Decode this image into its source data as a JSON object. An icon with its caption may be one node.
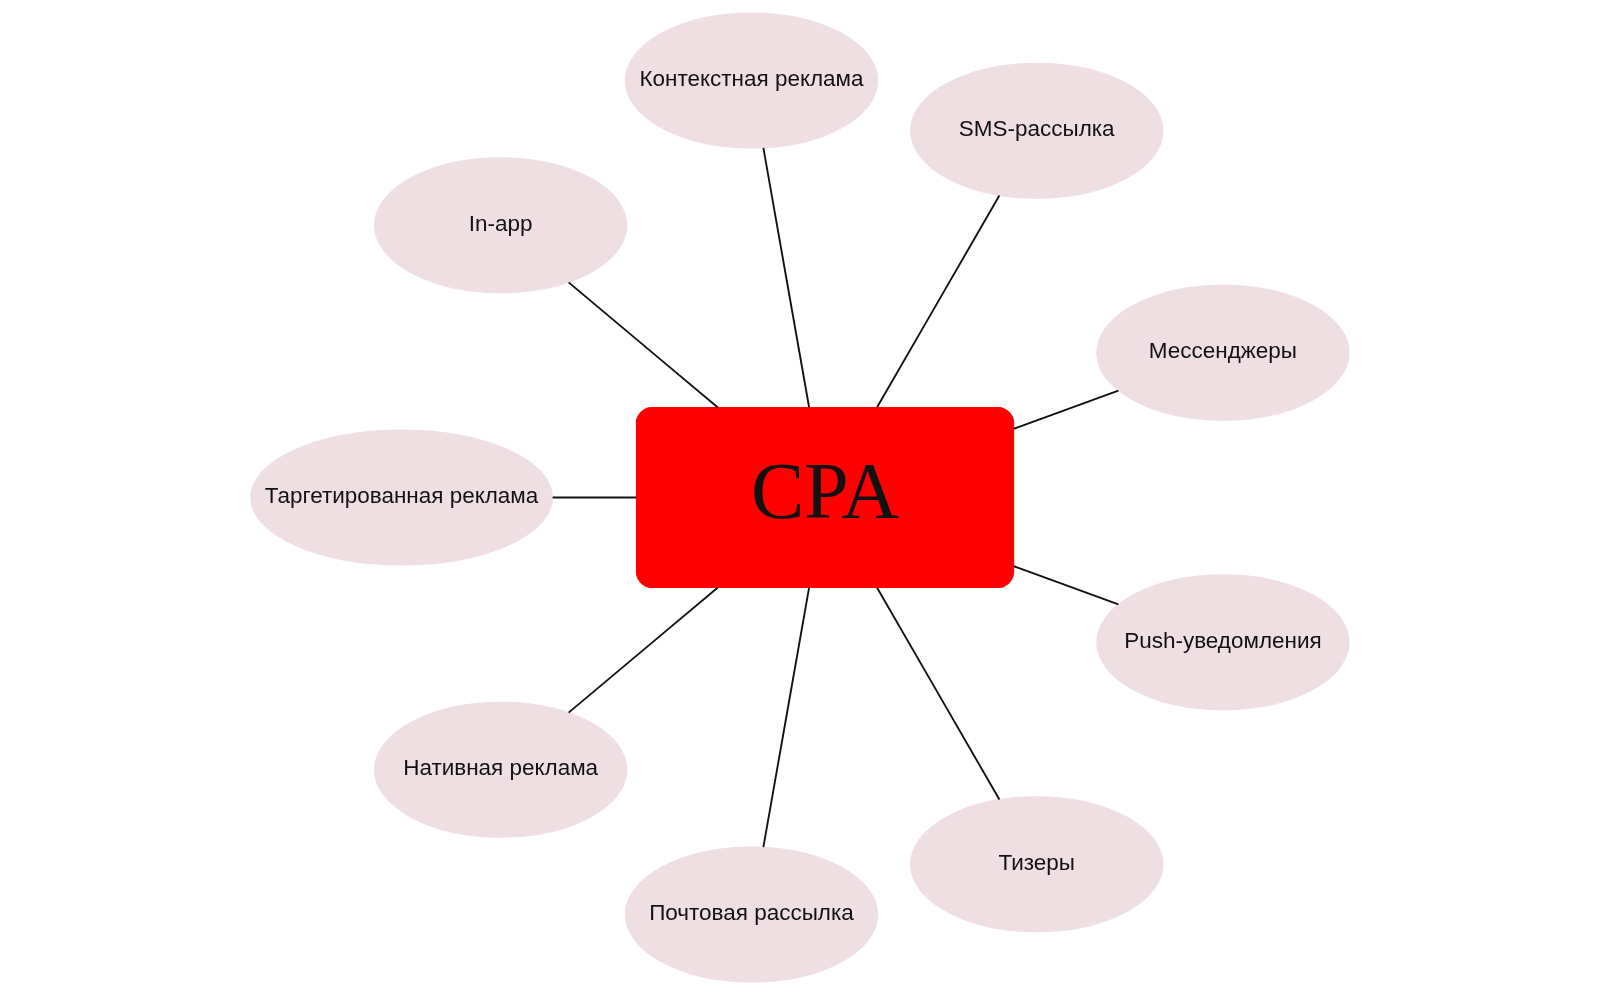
{
  "diagram": {
    "nodes": [
      {
        "text": [
          "Мессенджеры"
        ]
      },
      {
        "text": [
          "SMS-рассылка"
        ]
      },
      {
        "text": [
          "Контекстная реклама"
        ]
      },
      {
        "text": [
          "In-app"
        ]
      },
      {
        "text": [
          "CPA"
        ]
      },
      {
        "text": [
          "Таргетированная реклама"
        ]
      },
      {
        "text": [
          "Нативная реклама"
        ]
      },
      {
        "text": [
          "Почтовая рассылка"
        ]
      },
      {
        "text": [
          "Тизеры"
        ]
      },
      {
        "text": [
          "Push-уведомления"
        ]
      }
    ],
    "edges": [
      {
        "from": 0,
        "to": 4,
        "arrow": "none"
      },
      {
        "from": 1,
        "to": 4,
        "arrow": "none"
      },
      {
        "from": 2,
        "to": 4,
        "arrow": "none"
      },
      {
        "from": 3,
        "to": 4,
        "arrow": "none"
      },
      {
        "from": 5,
        "to": 4,
        "arrow": "none"
      },
      {
        "from": 6,
        "to": 4,
        "arrow": "none"
      },
      {
        "from": 7,
        "to": 4,
        "arrow": "none"
      },
      {
        "from": 8,
        "to": 4,
        "arrow": "none"
      },
      {
        "from": 9,
        "to": 4,
        "arrow": "none"
      }
    ]
  }
}
